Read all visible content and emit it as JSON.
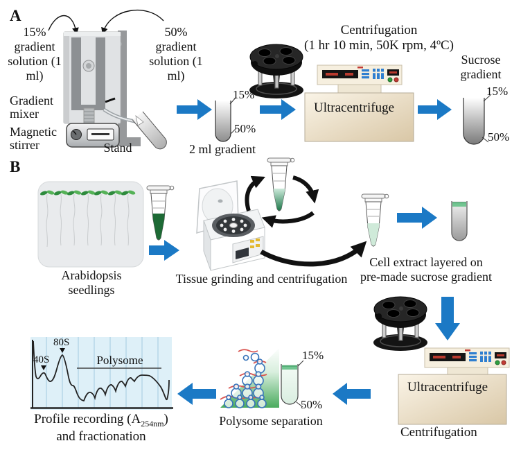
{
  "colors": {
    "arrow_blue": "#1b79c5",
    "chart_bg": "#def0f8",
    "chart_grid": "#b7d7e8",
    "seedling_green": "#2f9440",
    "extract_green_dark": "#1d6a35",
    "extract_green_light": "#cfead9",
    "band_green": "#72c591",
    "triangle_green": "#4aab5e",
    "ribosome_blue": "#3672b9",
    "mrna_red": "#d9534f"
  },
  "figure": {
    "panel_a": {
      "label": "A",
      "left_solution_label": "15% gradient solution (1 ml)",
      "right_solution_label": "50% gradient solution (1 ml)",
      "gradient_mixer_label": "Gradient mixer",
      "magnetic_stirrer_label": "Magnetic stirrer",
      "stand_label": "Stand",
      "gradient_tube_top": "15%",
      "gradient_tube_bottom": "50%",
      "gradient_tube_caption": "2 ml gradient",
      "centrifugation_title": "Centrifugation",
      "centrifugation_conditions": "(1 hr 10 min, 50K rpm, 4ºC)",
      "ultracentrifuge_label": "Ultracentrifuge",
      "sucrose_gradient_label": "Sucrose gradient",
      "sucrose_tube_top": "15%",
      "sucrose_tube_bottom": "50%"
    },
    "panel_b": {
      "label": "B",
      "seedlings_label": "Arabidopsis seedlings",
      "grinding_label": "Tissue grinding and centrifugation",
      "cell_extract_label_line1": "Cell extract layered on",
      "cell_extract_label_line2": "pre-made sucrose gradient",
      "ultracentrifuge_label": "Ultracentrifuge",
      "centrifugation_label": "Centrifugation",
      "separation_tube_top": "15%",
      "separation_tube_bottom": "50%",
      "separation_caption": "Polysome separation",
      "profile_peak_small": "40S",
      "profile_peak_large": "80S",
      "profile_region": "Polysome",
      "profile_caption_pre": "Profile recording (A",
      "profile_caption_sub": "254nm",
      "profile_caption_post": ")",
      "profile_caption_line2": "and fractionation"
    }
  }
}
